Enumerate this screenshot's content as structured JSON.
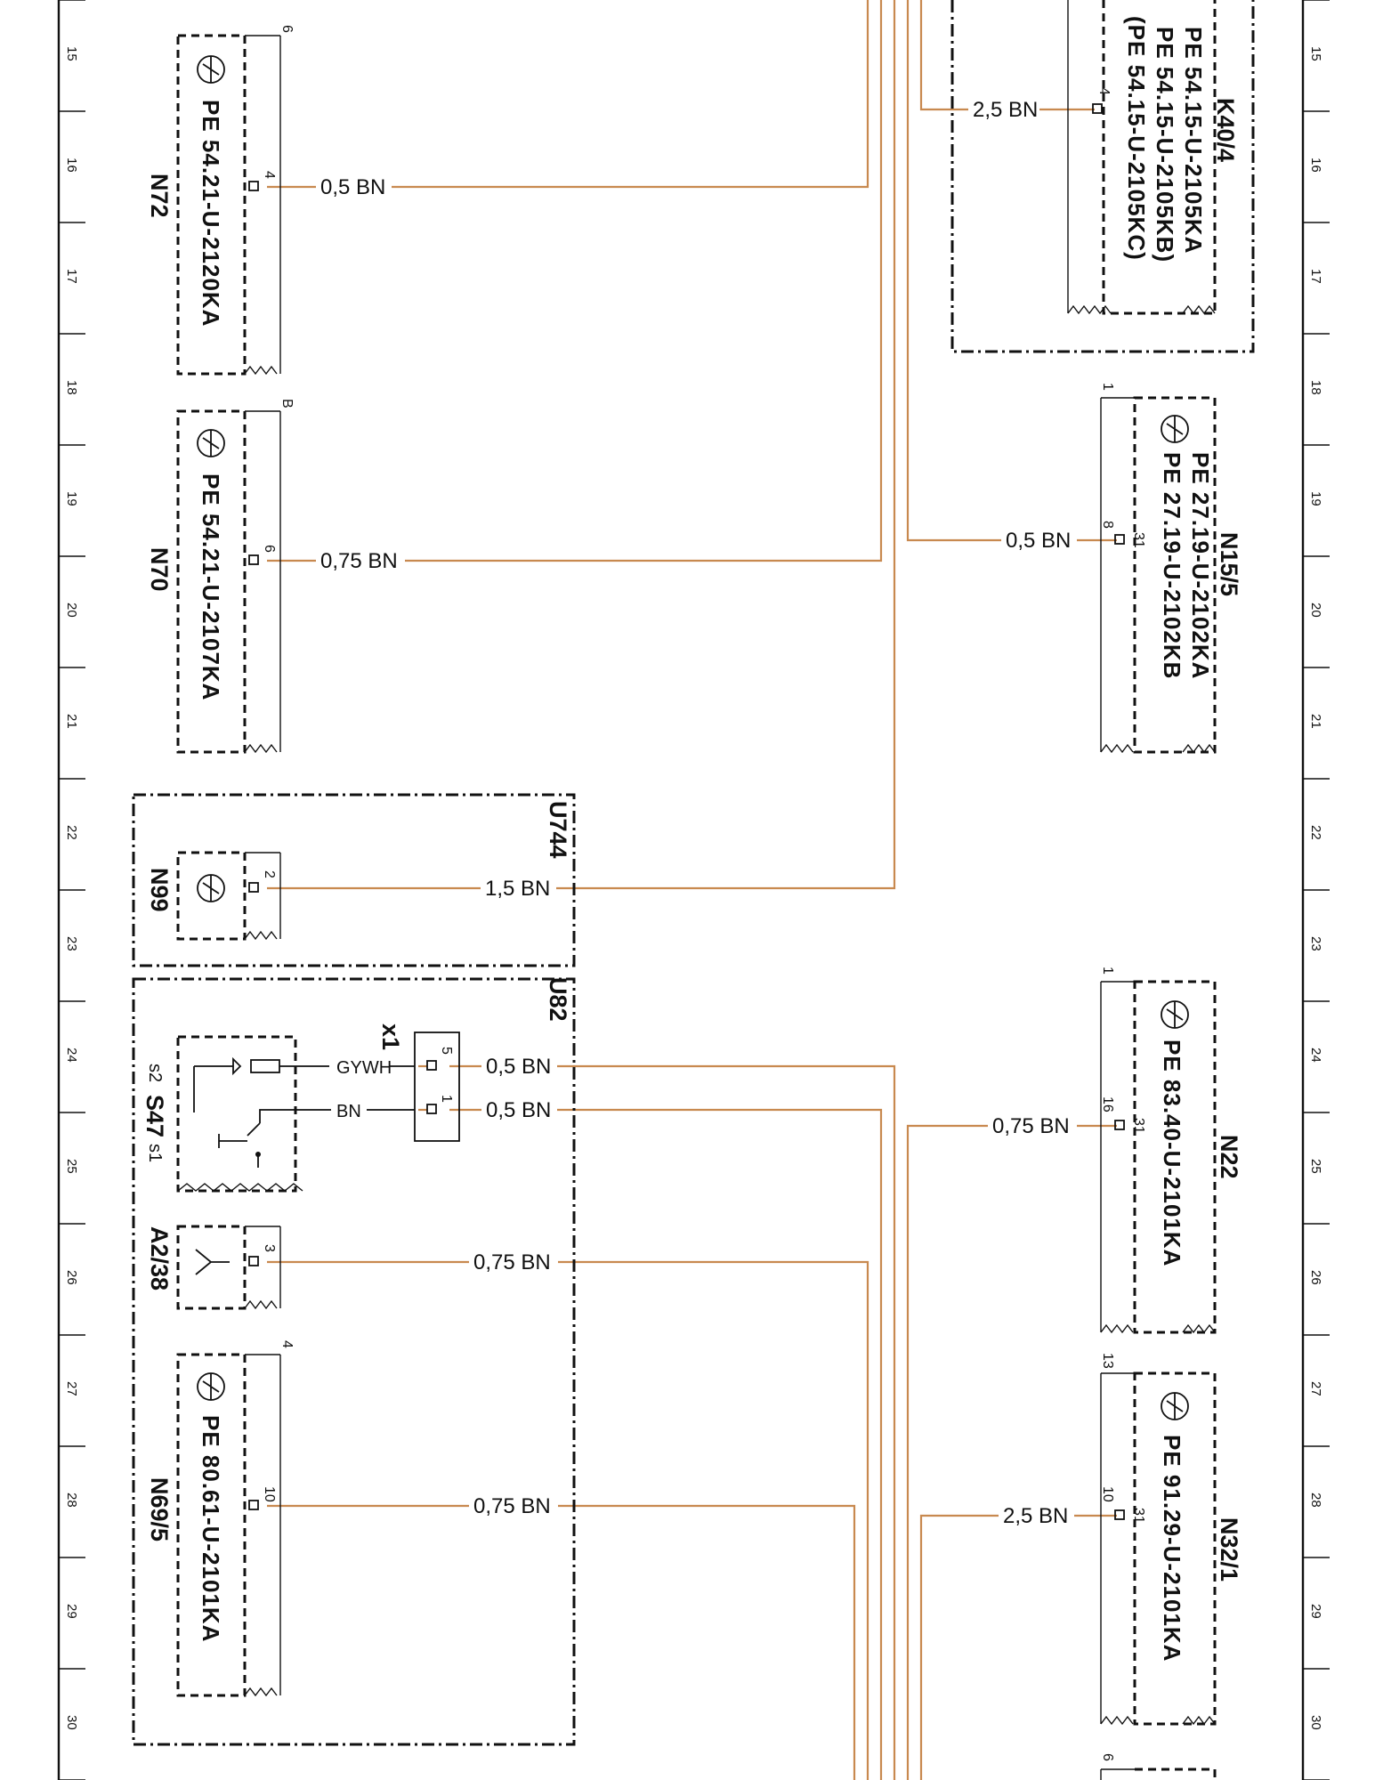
{
  "grid_numbers": [
    "15",
    "16",
    "17",
    "18",
    "19",
    "20",
    "21",
    "22",
    "23",
    "24",
    "25",
    "26",
    "27",
    "28",
    "29",
    "30"
  ],
  "components": {
    "n72": {
      "id": "N72",
      "ref": "PE 54.21-U-2120KA",
      "pin": "4",
      "top_pin": "6",
      "wire": "0,5 BN"
    },
    "n70": {
      "id": "N70",
      "ref": "PE 54.21-U-2107KA",
      "pin": "6",
      "top_pin": "B",
      "wire": "0,75 BN"
    },
    "u744": {
      "id": "U744",
      "sub_id": "N99",
      "pin": "2",
      "wire": "1,5 BN"
    },
    "u82": {
      "id": "U82",
      "connector": "x1",
      "switch": {
        "id": "S47",
        "s1": "s1",
        "s2": "s2",
        "wire_gywh": "GYWH",
        "wire_bn": "BN"
      },
      "pin5": "5",
      "pin1": "1",
      "wire5": "0,5 BN",
      "wire1": "0,5 BN"
    },
    "a2_38": {
      "id": "A2/38",
      "pin": "3",
      "wire": "0,75 BN"
    },
    "n69_5": {
      "id": "N69/5",
      "ref": "PE 80.61-U-2101KA",
      "pin": "10",
      "top_pin": "4",
      "wire": "0,75 BN"
    },
    "k40_4": {
      "id": "K40/4",
      "refs": [
        "PE 54.15-U-2105KA",
        "PE 54.15-U-2105KB)",
        "(PE 54.15-U-2105KC)"
      ],
      "pin": "4",
      "wire": "2,5 BN"
    },
    "n15_5": {
      "id": "N15/5",
      "refs": [
        "PE 27.19-U-2102KA",
        "PE 27.19-U-2102KB"
      ],
      "pin": "8",
      "pin_b": "31",
      "top_pin": "1",
      "wire": "0,5 BN"
    },
    "n22": {
      "id": "N22",
      "ref": "PE 83.40-U-2101KA",
      "pin": "16",
      "pin_b": "31",
      "top_pin": "1",
      "wire": "0,75 BN"
    },
    "n32_1": {
      "id": "N32/1",
      "ref": "PE 91.29-U-2101KA",
      "pin": "10",
      "pin_b": "31",
      "top_pin": "13",
      "wire": "2,5 BN"
    },
    "bottom_right": {
      "top_pin": "6"
    }
  }
}
